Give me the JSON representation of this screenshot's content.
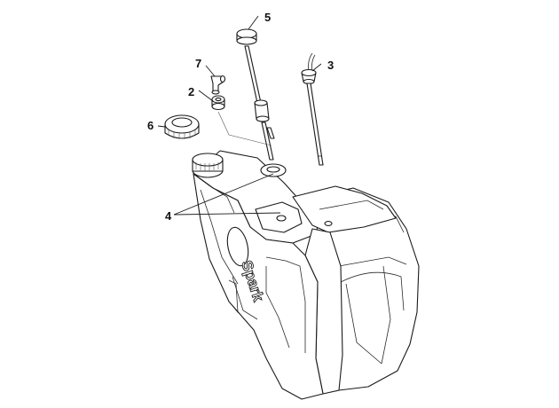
{
  "callouts": [
    {
      "id": "5",
      "label": "5"
    },
    {
      "id": "7",
      "label": "7"
    },
    {
      "id": "3",
      "label": "3"
    },
    {
      "id": "2",
      "label": "2"
    },
    {
      "id": "6",
      "label": "6"
    },
    {
      "id": "4",
      "label": "4"
    }
  ],
  "logo": {
    "text": "Spark"
  }
}
